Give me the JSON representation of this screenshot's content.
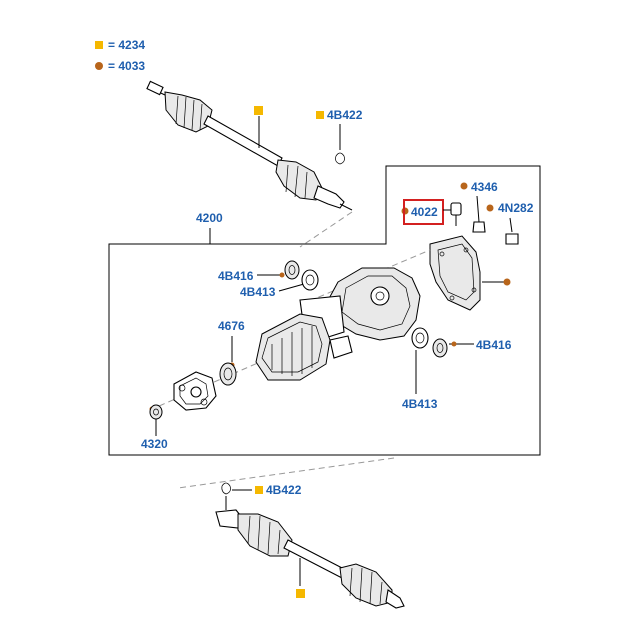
{
  "legend": [
    {
      "marker": "square",
      "color": "#f5b800",
      "label": "= 4234"
    },
    {
      "marker": "circle",
      "color": "#b8651b",
      "label": "= 4033"
    }
  ],
  "callouts": {
    "upper_shaft_square_label": "4B422",
    "assembly": "4200",
    "vent": "4022",
    "bolt_4346": "4346",
    "plug_4n282": "4N282",
    "seal_left": "4B416",
    "bearing_left": "4B413",
    "seal_4676": "4676",
    "seal_right": "4B416",
    "bearing_right": "4B413",
    "flange_4320": "4320",
    "lower_shaft_label": "4B422"
  },
  "colors": {
    "label_blue": "#1f5fae",
    "marker_yellow": "#f5b800",
    "marker_brown": "#b8651b",
    "highlight_red": "#d32020"
  }
}
